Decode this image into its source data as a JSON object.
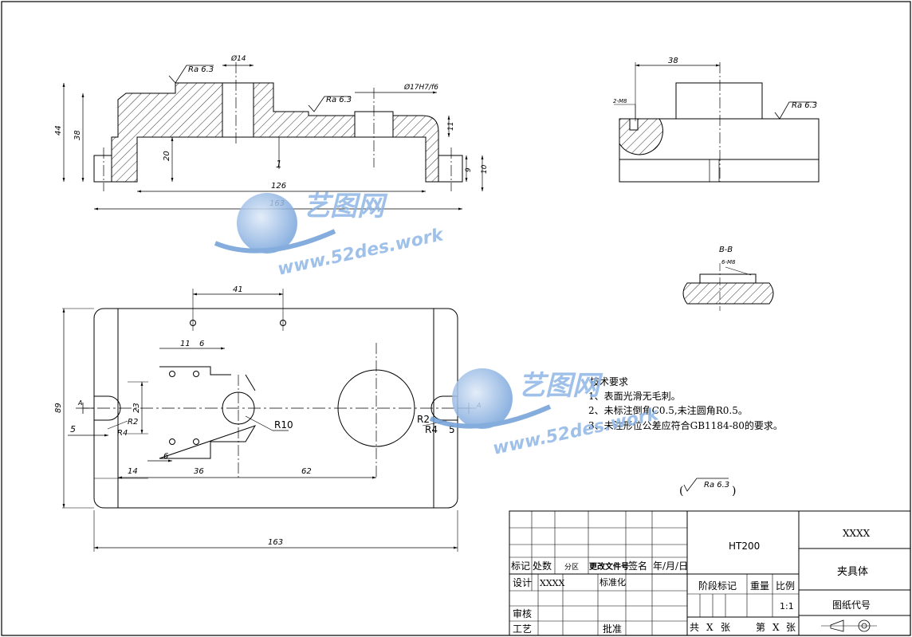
{
  "views": {
    "front": {
      "roughness_top": "Ra 6.3",
      "roughness_mid": "Ra 6.3",
      "dia_hole": "Ø14",
      "dia_bore": "Ø17H7/f6",
      "dim_44": "44",
      "dim_38": "38",
      "dim_20": "20",
      "dim_1": "1",
      "dim_11": "11",
      "dim_9": "9",
      "dim_10": "10",
      "dim_126": "126",
      "dim_163": "163"
    },
    "side": {
      "dim_38": "38",
      "thread": "2-M8",
      "roughness": "Ra 6.3"
    },
    "section": {
      "title": "B-B",
      "thread": "6-M8"
    },
    "plan": {
      "dim_41": "41",
      "dim_11": "11",
      "dim_6a": "6",
      "dim_23": "23",
      "dim_89": "89",
      "dim_5": "5",
      "dim_R2_left": "R2",
      "dim_R4_left": "R4",
      "dim_R10": "R10",
      "dim_R2_right": "R2",
      "dim_R4_right": "R4",
      "dim_5_right": "5",
      "dim_6b": "6",
      "dim_14": "14",
      "dim_36": "36",
      "dim_62": "62",
      "dim_163": "163",
      "label_A_left": "A",
      "label_A_right": "A"
    }
  },
  "tech_requirements": {
    "title": "技术要求",
    "items": [
      "1、表面光滑无毛刺。",
      "2、未标注倒角C0.5,未注圆角R0.5。",
      "3、未注形位公差应符合GB1184-80的要求。"
    ],
    "roughness_note": "Ra 6.3"
  },
  "watermark": {
    "brand": "艺图网",
    "url": "www.52des.work"
  },
  "title_block": {
    "material": "HT200",
    "company": "XXXX",
    "part_name": "夹具体",
    "drawing_code": "图纸代号",
    "scale": "1:1",
    "designer": "XXXX",
    "labels": {
      "mark": "标记",
      "count": "处数",
      "zone": "分区",
      "change_doc": "更改文件号",
      "sign": "签名",
      "date": "年/月/日",
      "design": "设计",
      "standardize": "标准化",
      "stage": "阶段标记",
      "weight": "重量",
      "scale_label": "比例",
      "review": "审核",
      "process": "工艺",
      "approve": "批准",
      "total_prefix": "共",
      "total_x": "X",
      "sheet_unit": "张",
      "page_prefix": "第",
      "page_x": "X",
      "page_unit": "张"
    }
  }
}
